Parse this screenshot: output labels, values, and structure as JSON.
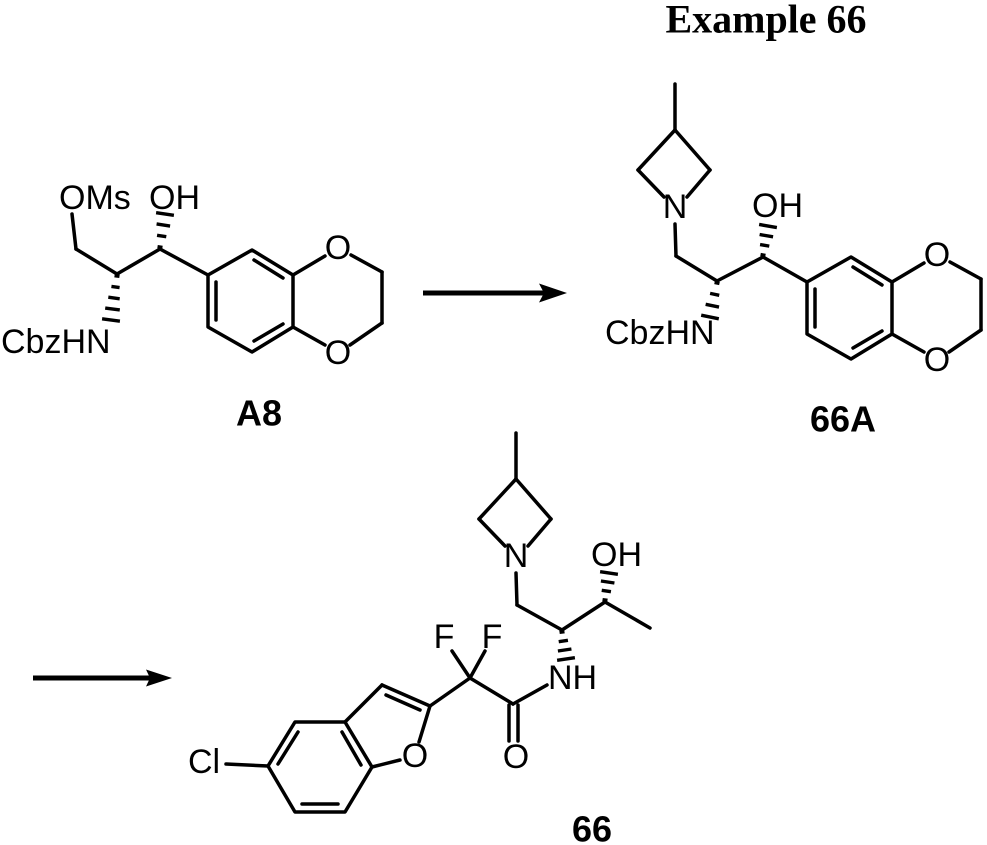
{
  "title": "Example 66",
  "atoms": {
    "O": "O",
    "N": "N",
    "F": "F",
    "Cl": "Cl",
    "OH": "OH",
    "NH": "NH",
    "OMs": "OMs",
    "CbzHN": "CbzHN"
  },
  "structure_labels": {
    "a8": "A8",
    "intermediate": "66A",
    "product": "66"
  },
  "colors": {
    "ink": "#000000",
    "background": "#ffffff"
  }
}
